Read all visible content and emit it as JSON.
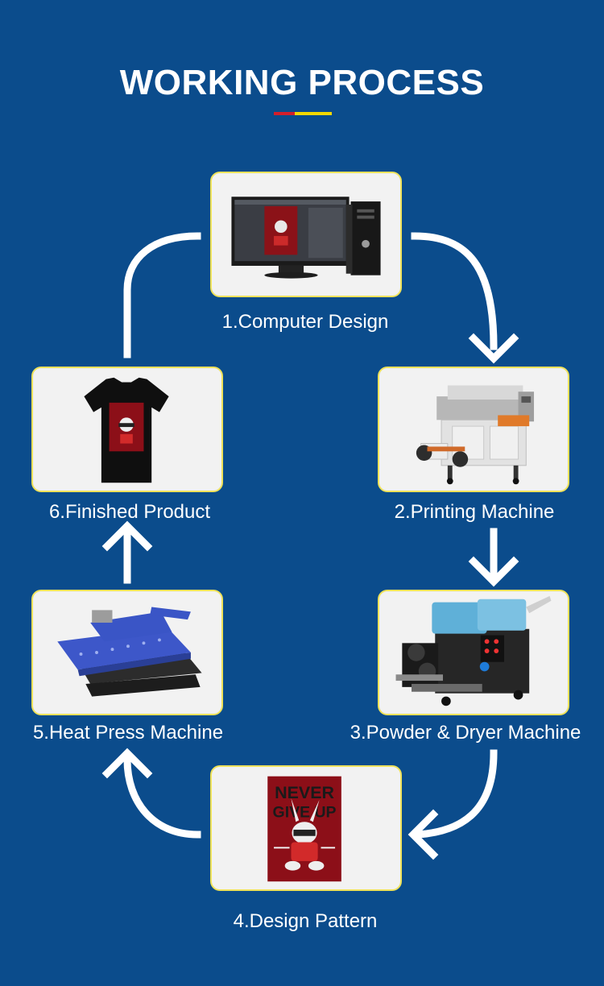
{
  "header": {
    "title": "WORKING PROCESS",
    "accent_colors": [
      "#d41f2b",
      "#f4d800"
    ]
  },
  "colors": {
    "background": "#0b4c8c",
    "card_border": "#efe25a",
    "card_fill": "#f2f2f2",
    "arrow": "#ffffff"
  },
  "steps": [
    {
      "label": "1.Computer Design",
      "icon": "computer-monitor-icon"
    },
    {
      "label": "2.Printing Machine",
      "icon": "printer-machine-icon"
    },
    {
      "label": "3.Powder & Dryer Machine",
      "icon": "powder-dryer-icon"
    },
    {
      "label": "4.Design Pattern",
      "icon": "design-pattern-icon"
    },
    {
      "label": "5.Heat Press Machine",
      "icon": "heat-press-icon"
    },
    {
      "label": "6.Finished Product",
      "icon": "tshirt-icon"
    }
  ],
  "artwork_text": {
    "line1": "NEVER",
    "line2": "GIVE UP"
  }
}
